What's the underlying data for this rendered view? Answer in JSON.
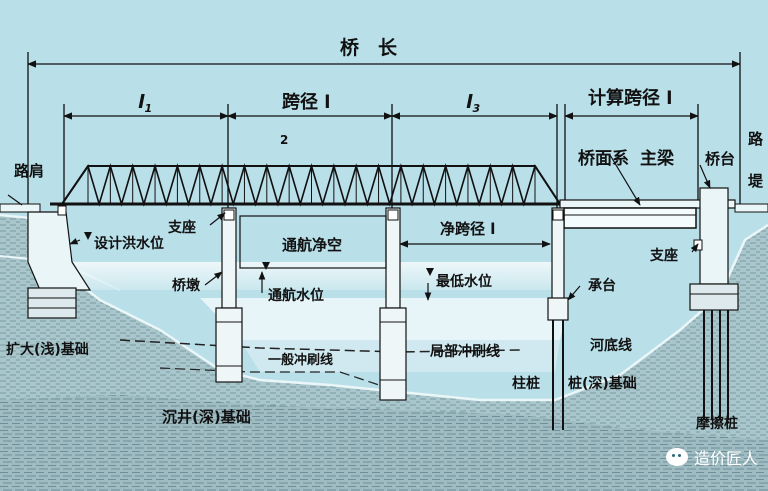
{
  "labels": {
    "bridge_length": "桥　长",
    "l1": "l",
    "l1_sub": "1",
    "span_length": "跨径 l",
    "l3": "l",
    "l3_sub": "3",
    "calc_span": "计算跨径 l",
    "num_2": "2",
    "shoulder": "路肩",
    "embankment_1": "路",
    "embankment_2": "堤",
    "deck_system": "桥面系",
    "main_beam": "主梁",
    "abutment": "桥台",
    "bearing_left": "支座",
    "bearing_right": "支座",
    "design_flood": "设计洪水位",
    "nav_clearance": "通航净空",
    "clear_span": "净跨径 l",
    "pier": "桥墩",
    "nav_level": "通航水位",
    "lowest_level": "最低水位",
    "pile_cap": "承台",
    "shallow_found": "扩大(浅)基础",
    "general_scour": "一般冲刷线",
    "local_scour": "局部冲刷线",
    "riverbed": "河底线",
    "pile": "柱桩",
    "deep_found": "桩(深)基础",
    "caisson_found": "沉井(深)基础",
    "friction_pile": "摩擦桩"
  },
  "watermark": "造价匠人",
  "colors": {
    "sky": "#b9dfe9",
    "soil": "#a8cbd2",
    "water": "#eef8fa",
    "deep": "#7fa9b4",
    "steel": "#1a1a1a"
  }
}
